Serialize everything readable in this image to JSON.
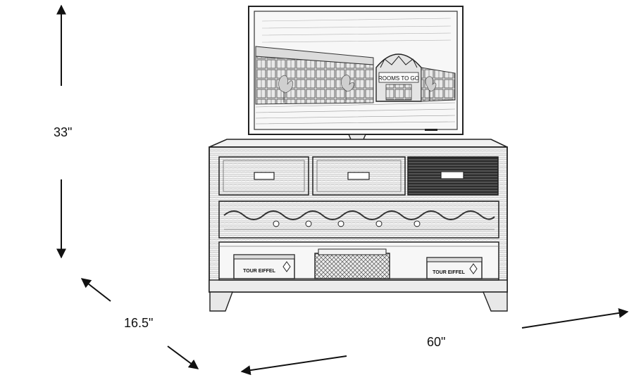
{
  "dimensions": {
    "height": "33\"",
    "depth": "16.5\"",
    "width": "60\""
  },
  "tv_screen": {
    "sign_text": "ROOMS TO GO"
  },
  "console": {
    "crate_left_text": "TOUR EIFFEL",
    "crate_right_text": "TOUR EIFFEL"
  },
  "colors": {
    "line": "#222222",
    "sketch": "#555555",
    "dark_panel": "#333333",
    "background": "#ffffff"
  }
}
